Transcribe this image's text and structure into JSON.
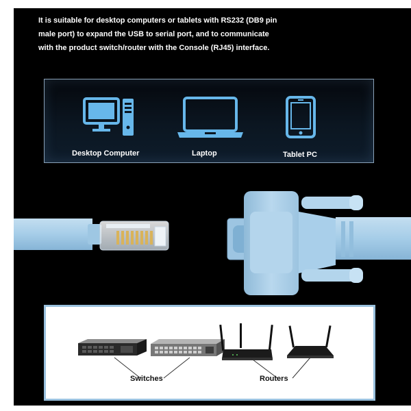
{
  "intro": {
    "line1": "It is suitable for desktop computers or tablets with RS232 (DB9 pin",
    "line2": "male port) to expand the USB to serial port, and to communicate",
    "line3": "with the product switch/router with the Console (RJ45) interface."
  },
  "devices": {
    "desktop": "Desktop Computer",
    "laptop": "Laptop",
    "tablet": "Tablet PC"
  },
  "network": {
    "switches": "Switches",
    "routers": "Routers"
  },
  "colors": {
    "icon_blue": "#67b7ea",
    "cable_blue": "#a8cfe8"
  }
}
